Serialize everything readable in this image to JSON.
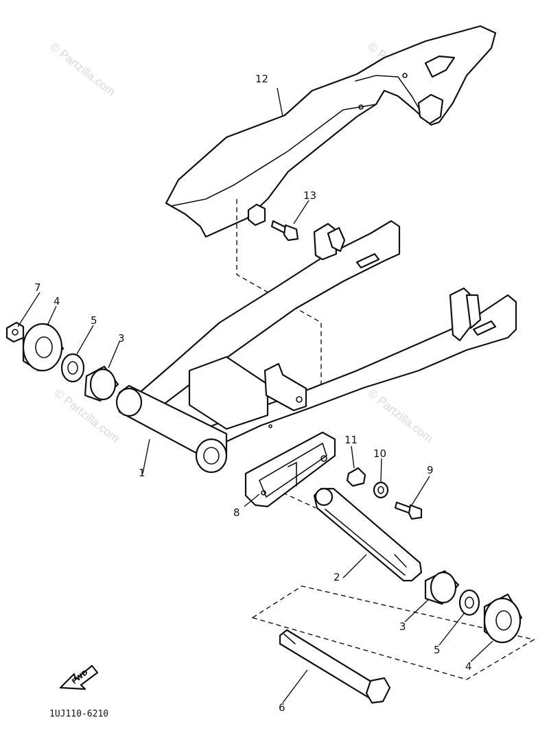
{
  "watermark": "© Partzilla.com",
  "diagram_code": "1UJ110-6210",
  "fwd_label": "FWD",
  "callouts": {
    "c2": "2",
    "c3a": "3",
    "c3b": "3",
    "c4a": "4",
    "c4b": "4",
    "c5a": "5",
    "c5b": "5",
    "c6": "6",
    "c7": "7",
    "c8": "8",
    "c9": "9",
    "c10": "10",
    "c11": "11",
    "c12": "12",
    "c13": "13",
    "c1": "1"
  }
}
